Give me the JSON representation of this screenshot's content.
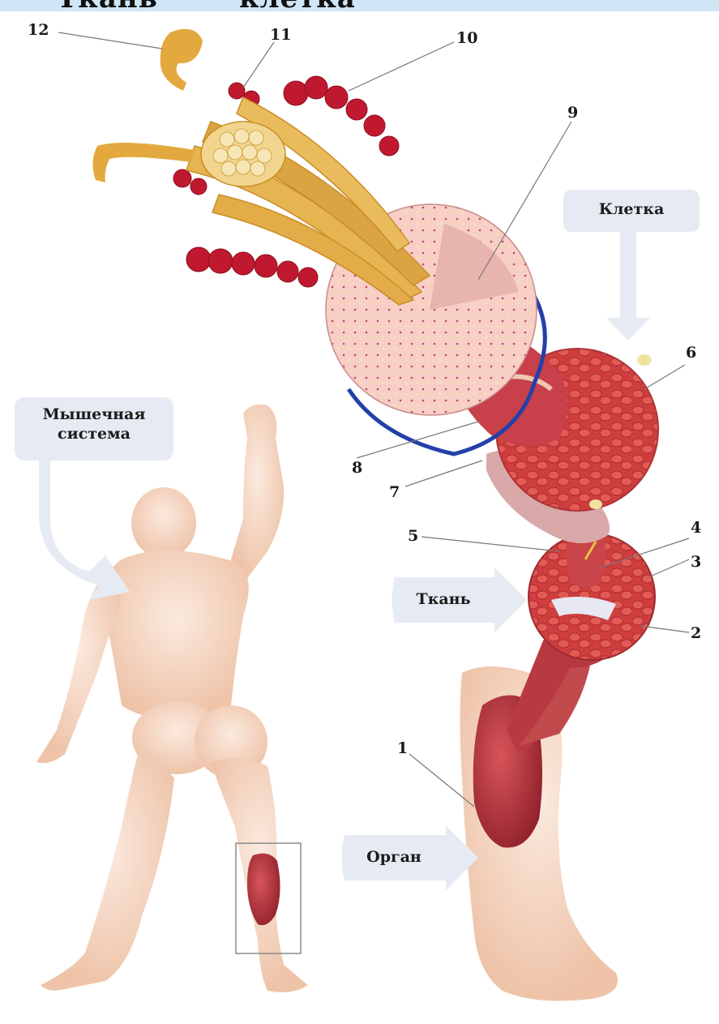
{
  "header": {
    "cut_text_left": "Ткань",
    "cut_text_right": "клетка"
  },
  "callouts": {
    "system": "Мышечная система",
    "cell": "Клетка",
    "tissue": "Ткань",
    "organ": "Орган"
  },
  "numbers": {
    "n1": "1",
    "n2": "2",
    "n3": "3",
    "n4": "4",
    "n5": "5",
    "n6": "6",
    "n7": "7",
    "n8": "8",
    "n9": "9",
    "n10": "10",
    "n11": "11",
    "n12": "12"
  },
  "colors": {
    "callout_fill": "#e6ebf3",
    "skin": "#f3d8c6",
    "muscle": "#b8323a",
    "myofibril": "#e2b04c",
    "cross_section": "#f6c8c0",
    "vessel": "#2440a8"
  }
}
